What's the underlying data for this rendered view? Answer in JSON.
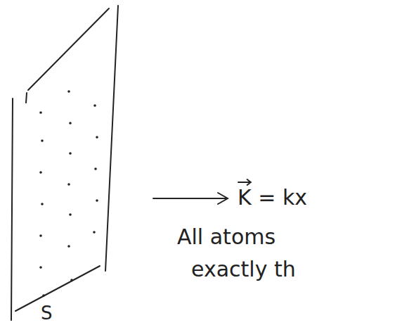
{
  "diagram": {
    "labels": [
      "S",
      "K = kx",
      "All atoms",
      "exactly th"
    ]
  }
}
